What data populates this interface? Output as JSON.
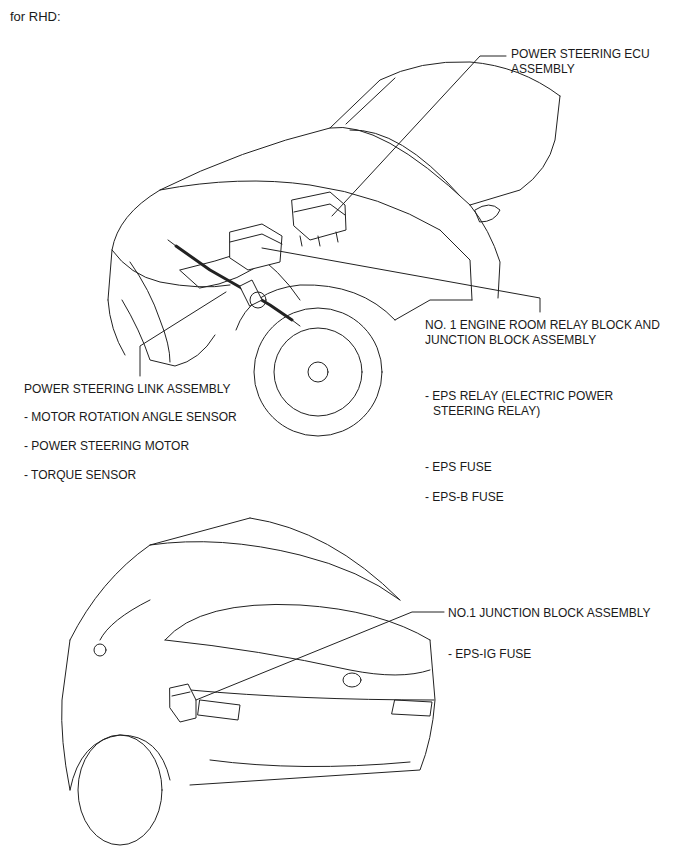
{
  "diagram": {
    "title": "for RHD:",
    "labels": [
      "POWER STEERING ECU ASSEMBLY",
      "NO. 1 ENGINE ROOM RELAY BLOCK AND JUNCTION BLOCK ASSEMBLY",
      "POWER STEERING LINK ASSEMBLY",
      "- MOTOR ROTATION ANGLE SENSOR",
      "- POWER STEERING MOTOR",
      "- TORQUE SENSOR",
      "- EPS RELAY (ELECTRIC POWER STEERING RELAY)",
      "- EPS FUSE",
      "- EPS-B FUSE",
      "NO.1 JUNCTION BLOCK ASSEMBLY",
      "- EPS-IG FUSE"
    ]
  }
}
